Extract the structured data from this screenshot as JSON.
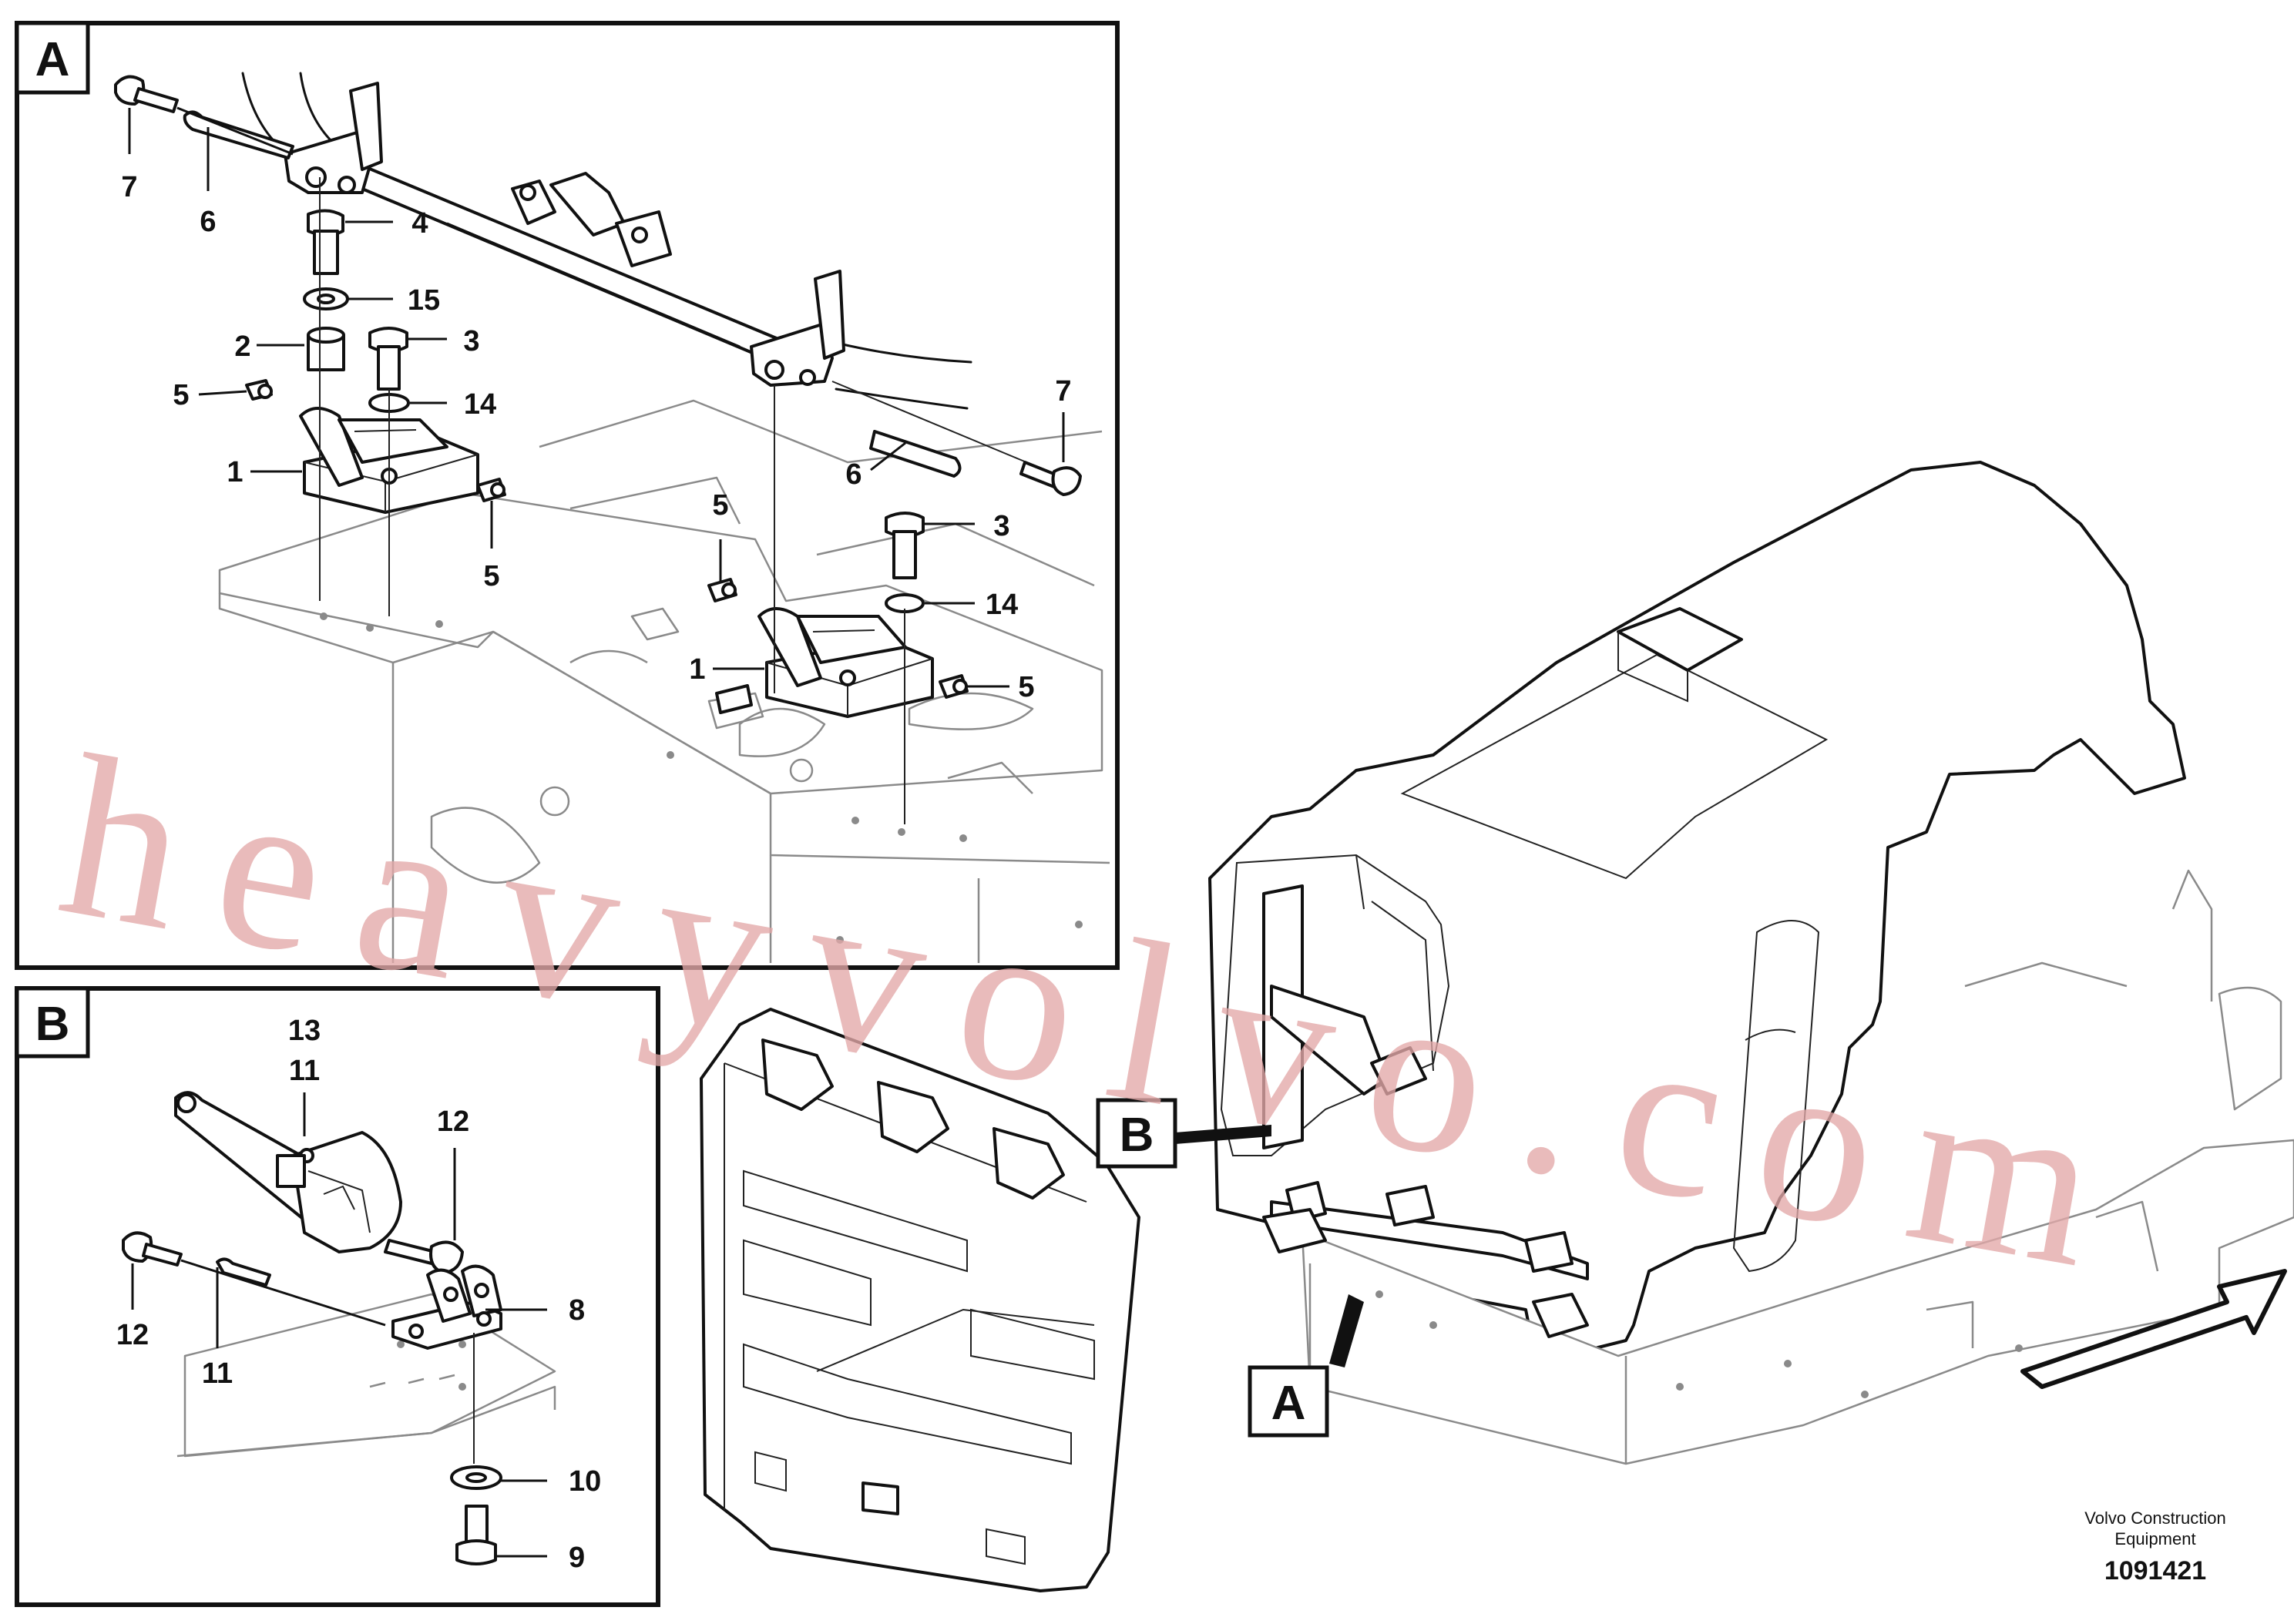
{
  "panels": {
    "a": {
      "letter": "A"
    },
    "b": {
      "letter": "B"
    }
  },
  "callouts_a": [
    "7",
    "6",
    "4",
    "15",
    "3",
    "2",
    "14",
    "5",
    "1",
    "5",
    "7",
    "6",
    "5",
    "3",
    "14",
    "1",
    "5"
  ],
  "callouts_b": [
    "13",
    "11",
    "12",
    "12",
    "11",
    "8",
    "10",
    "9"
  ],
  "overview": {
    "label_b": "B",
    "label_a": "A"
  },
  "watermark": "heavyvolvo.com",
  "footer": {
    "company": "Volvo Construction",
    "company_line2": "Equipment",
    "doc_number": "1091421"
  },
  "colors": {
    "ink": "#111111",
    "watermark": "#e3a9a9",
    "background": "#ffffff"
  },
  "icons": {
    "direction": "view-direction-arrow-icon"
  }
}
